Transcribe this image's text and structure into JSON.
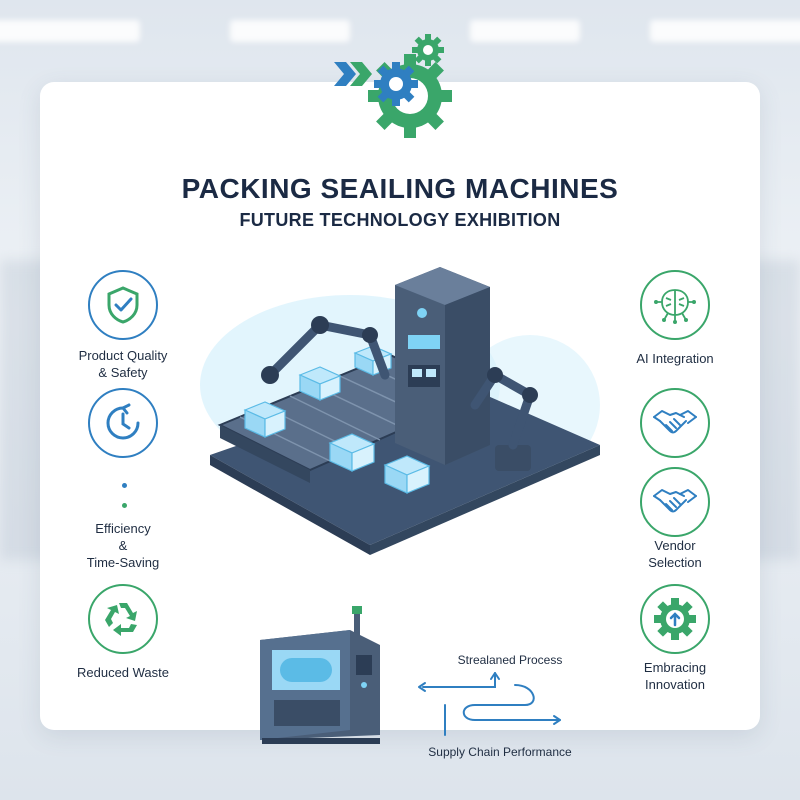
{
  "header": {
    "title": "PACKING SEAILING MACHINES",
    "subtitle": "FUTURE TECHNOLOGY EXHIBITION",
    "logo_icon": "gears-logo-icon"
  },
  "features_left": [
    {
      "label_line1": "Product Quality",
      "label_line2": "& Safety",
      "icon": "shield-check-icon"
    },
    {
      "label_line1": "Efficiency",
      "label_line2": "&",
      "label_line3": "Time-Saving",
      "icon": "clock-icon"
    },
    {
      "label_line1": "Reduced Waste",
      "icon": "recycle-icon"
    }
  ],
  "features_right": [
    {
      "label_line1": "AI Integration",
      "icon": "ai-brain-icon"
    },
    {
      "label_line1": "",
      "icon": "handshake-icon"
    },
    {
      "label_line1": "Vendor",
      "label_line2": "Selection",
      "icon": "handshake-icon"
    },
    {
      "label_line1": "Embracing",
      "label_line2": "Innovation",
      "icon": "innovation-gear-icon"
    }
  ],
  "flow": {
    "top_label": "Strealaned Process",
    "bottom_label": "Supply Chain Performance"
  },
  "colors": {
    "brand_blue": "#2f7fc1",
    "brand_green": "#3aa66a",
    "navy_text": "#1b2a44",
    "machine_steel": "#4a5e78",
    "glow_cyan": "#7fd3f5"
  }
}
